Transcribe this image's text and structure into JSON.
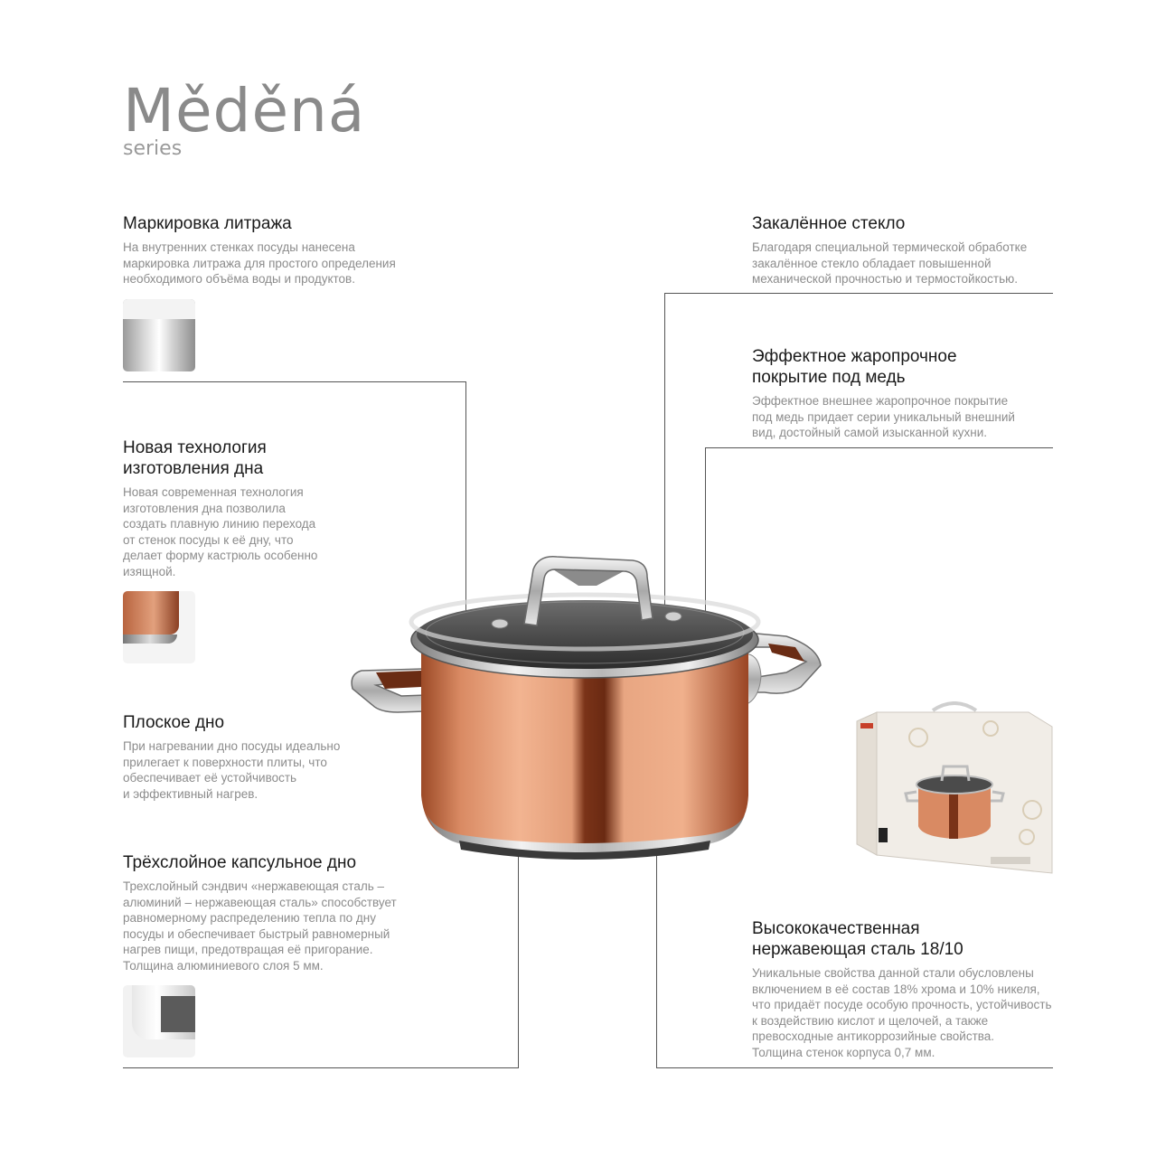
{
  "brand": {
    "title": "Měděná",
    "subtitle": "series"
  },
  "features": {
    "liter_marking": {
      "title": "Маркировка литража",
      "text": [
        "На внутренних стенках посуды нанесена",
        "маркировка литража для простого определения",
        "необходимого объёма воды и продуктов."
      ]
    },
    "bottom_tech": {
      "title": [
        "Новая технология",
        "изготовления дна"
      ],
      "text": [
        "Новая современная технология",
        "изготовления дна позволила",
        "создать плавную линию перехода",
        "от стенок посуды к её дну, что",
        "делает форму кастрюль особенно",
        "изящной."
      ]
    },
    "flat_bottom": {
      "title": "Плоское дно",
      "text": [
        "При нагревании дно посуды идеально",
        "прилегает к поверхности плиты, что",
        "обеспечивает её устойчивость",
        "и эффективный нагрев."
      ]
    },
    "three_layer": {
      "title": "Трёхслойное капсульное дно",
      "text": [
        "Трехслойный сэндвич «нержавеющая сталь –",
        "алюминий – нержавеющая сталь» способствует",
        "равномерному распределению тепла по дну",
        "посуды и обеспечивает быстрый равномерный",
        "нагрев пищи, предотвращая её пригорание.",
        "Толщина алюминиевого слоя 5 мм."
      ]
    },
    "tempered_glass": {
      "title": "Закалённое стекло",
      "text": [
        "Благодаря специальной термической обработке",
        "закалённое стекло обладает повышенной",
        "механической прочностью и термостойкостью."
      ]
    },
    "copper_coating": {
      "title": [
        "Эффектное жаропрочное",
        "покрытие под медь"
      ],
      "text": [
        "Эффектное внешнее жаропрочное покрытие",
        "под медь придает серии уникальный внешний",
        "вид, достойный самой изысканной кухни."
      ]
    },
    "steel": {
      "title": [
        "Высококачественная",
        "нержавеющая сталь 18/10"
      ],
      "text": [
        "Уникальные свойства данной стали обусловлены",
        "включением в её состав 18% хрома и 10% никеля,",
        "что придаёт посуде особую прочность, устойчивость",
        "к воздействию кислот и щелочей, а также",
        "превосходные антикоррозийные свойства.",
        "Толщина стенок корпуса 0,7 мм."
      ]
    }
  },
  "colors": {
    "copper_light": "#e9a27c",
    "copper_dark": "#8a3a1c",
    "steel": "#c9c9c9",
    "text_gray": "#8c8c8c"
  }
}
